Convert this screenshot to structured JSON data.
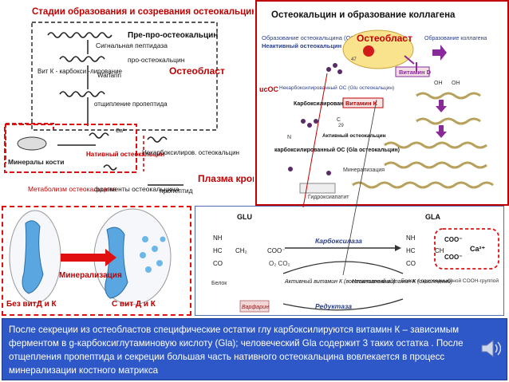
{
  "left_panel": {
    "title": "Стадии образования и созревания остеокальцина",
    "pre_pro": "Пре-про-остеокальцин",
    "signal_peptide": "Сигнальная пептидаза",
    "pro": "про-остеокальцин",
    "vitk_carbox": "Вит К - карбокси -лирование",
    "warfarin": "Warfarin",
    "cleavage": "отщипление пропептида",
    "osteoblast": "Остеобласт",
    "ca": "Ca²⁺",
    "native": "Нативный остеокальцин",
    "noncarbox": "Некарбоксилиров. остеокальцин",
    "bone_minerals": "Минералы кости",
    "plasma": "Плазма крови",
    "metabolism": "Метаболизм остеокальцина",
    "fragments": "фрагменты остеокальцина",
    "propeptide": "пропептид"
  },
  "right_panel": {
    "title": "Остеокальцин и образование коллагена",
    "osteocalcin_oc": "Образование остеокальцина (OC)",
    "inactive": "Неактивный остеокальцин",
    "osteoblast": "Остеобласт",
    "collagen_formation": "Образование коллагена",
    "vitamin_d": "Витамин D",
    "ucoc": "ucOC",
    "uncarbox": "Некарбоксилированный OC (Glu остеокальцин)",
    "carbox": "Карбоксилирование",
    "vitamin_k": "Витамин K",
    "active": "Активный остеокальцин",
    "carbox_oc": "карбоксилированный OC (Gla остеокальцин)",
    "mineralization": "Минерализация",
    "hydroxyapatite": "Гидроксиапатит",
    "oh1": "OH",
    "oh2": "OH",
    "c_label": "C",
    "n_label": "N",
    "num47": "47",
    "num29": "29"
  },
  "bottom_left": {
    "mineralization": "Минерализация",
    "without": "Без витД и К",
    "with": "С вит Д и К"
  },
  "bottom_middle": {
    "glu": "GLU",
    "gla": "GLA",
    "nh": "NH",
    "nh2": "NH",
    "carboxylase": "Карбоксилаза",
    "o2co2": "O₂ CO₂",
    "protein": "Белок",
    "protein_gla": "Белок с присоединенной COOH-группой",
    "active_vitk": "Активный витамин К (восстановленный)",
    "inactive_vitk": "Неактивный витамин К (окисленный)",
    "warfarin": "Варфарин",
    "reductase": "Редуктаза",
    "ca": "Ca²⁺",
    "coo1": "COO⁻",
    "coo2": "COO⁻",
    "hc": "HC",
    "hc2": "HC",
    "ch2": "CH₂",
    "ch": "CH",
    "coo3": "COO⁻",
    "co": "CO",
    "co2": "CO"
  },
  "caption": {
    "text": "После секреции из остеобластов специфические остатки глу карбоксилируются витамин К – зависимым ферментом в g-карбоксиглутаминовую кислоту (Gla); человеческий Gla содержит 3 таких остатка . После отщепления пропептида и секреции большая часть нативного остеокальцина вовлекается в процесс минерализации костного матрикса"
  },
  "colors": {
    "caption_bg": "#2e58c8",
    "red_dashed": "#e01010",
    "title_red": "#c00000",
    "purple_arrow": "#8a2a9a",
    "blue_box": "#4a6fb0"
  }
}
